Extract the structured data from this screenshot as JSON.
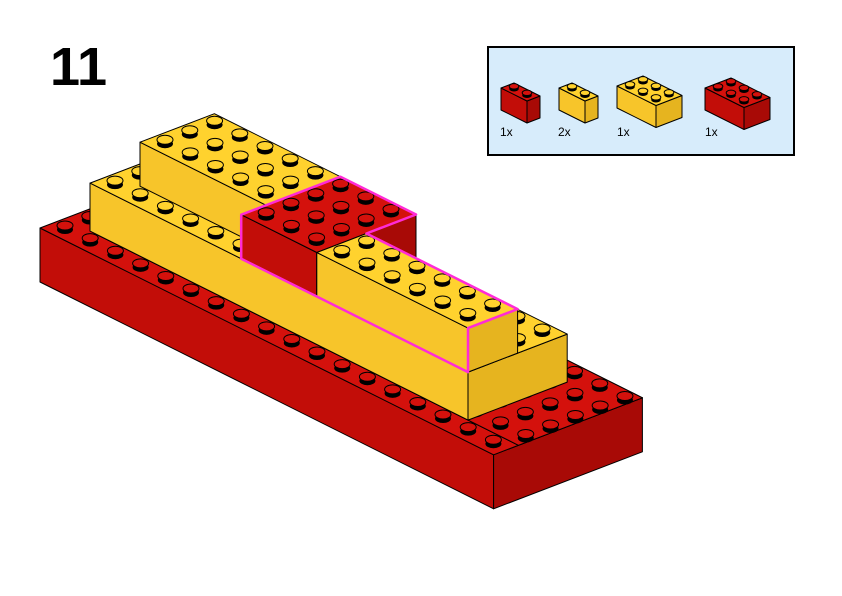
{
  "step_number": "11",
  "parts_list": [
    {
      "color": "red",
      "size": "1x2",
      "quantity": "1x"
    },
    {
      "color": "yellow",
      "size": "1x2",
      "quantity": "2x"
    },
    {
      "color": "yellow",
      "size": "2x3",
      "quantity": "1x"
    },
    {
      "color": "red",
      "size": "2x3",
      "quantity": "1x"
    }
  ],
  "colors": {
    "red": "#d00f0a",
    "yellow": "#ffd22e",
    "highlight": "#ff2bd6",
    "parts_bg": "#d7ecfb"
  }
}
